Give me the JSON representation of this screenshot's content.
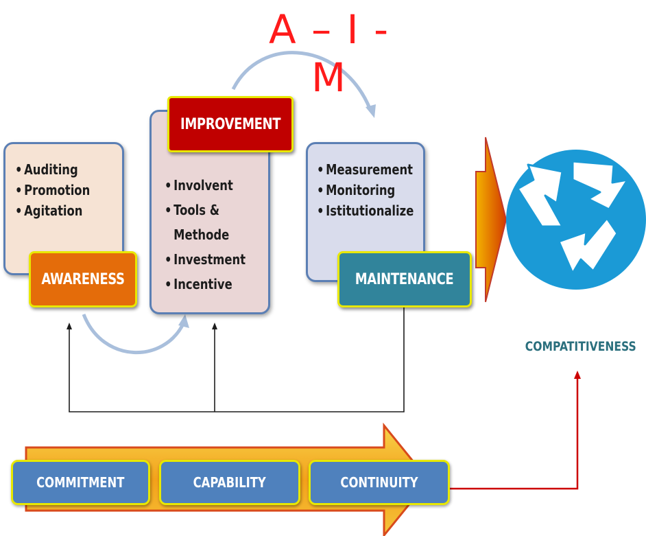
{
  "title": "A – I - M",
  "awareness": {
    "label": "AWARENESS",
    "items": [
      "Auditing",
      "Promotion",
      "Agitation"
    ]
  },
  "improvement": {
    "label": "IMPROVEMENT",
    "items": [
      "Involvent",
      "Tools & Methode",
      "Investment",
      "Incentive"
    ]
  },
  "maintenance": {
    "label": "MAINTENANCE",
    "items": [
      "Measurement",
      "Monitoring",
      "Istitutionalize"
    ]
  },
  "result": {
    "label": "COMPATITIVENESS",
    "icon": "recycle-icon"
  },
  "foundation": [
    "COMMITMENT",
    "CAPABILITY",
    "CONTINUITY"
  ],
  "colors": {
    "title": "#ff1a1a",
    "awareness": "#e46c0a",
    "improvement": "#c00000",
    "maintenance": "#31849b",
    "foundation": "#4f81bd",
    "recycle": "#1b9ad6",
    "connector": "#cc0000"
  }
}
